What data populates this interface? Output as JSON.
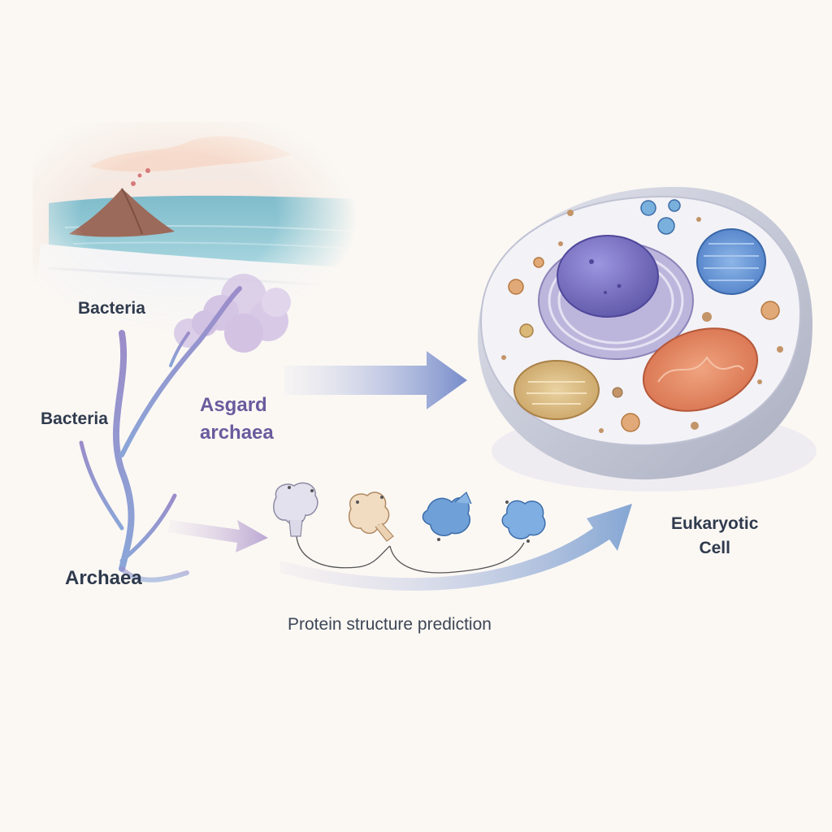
{
  "labels": {
    "bacteria_top": "Bacteria",
    "bacteria_branch": "Bacteria",
    "asgard_line1": "Asgard",
    "asgard_line2": "archaea",
    "archaea": "Archaea",
    "eukaryotic_line1": "Eukaryotic",
    "eukaryotic_line2": "Cell",
    "protein_caption": "Protein structure prediction"
  },
  "colors": {
    "background": "#fbf8f4",
    "text_dark": "#2f3a4d",
    "asgard_purple": "#6b5a9e",
    "sea": "#8cc6d2",
    "volcano": "#9c6a5a",
    "tree_blue": "#7d95cf",
    "nucleus": "#7a73c4",
    "chloroplast": "#5f8fd0",
    "mitochondrion": "#e08a6a",
    "golgi": "#d9b878",
    "arrow_blue": "#6f86c8"
  }
}
